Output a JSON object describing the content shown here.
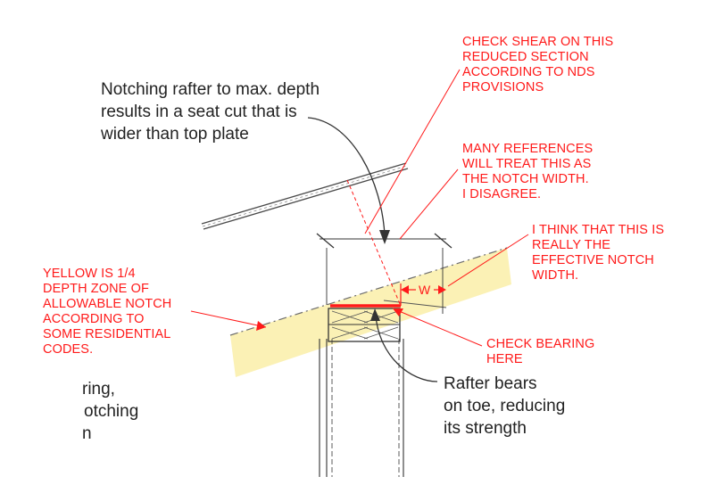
{
  "colors": {
    "annotation_red": "#ff1a1a",
    "yellow_zone": "#fbf1b5",
    "line_dark": "#333333"
  },
  "notes": {
    "shear": [
      "CHECK SHEAR ON THIS",
      "REDUCED SECTION",
      "ACCORDING TO NDS",
      "PROVISIONS"
    ],
    "references": [
      "MANY REFERENCES",
      "WILL TREAT THIS AS",
      "THE NOTCH WIDTH.",
      "I DISAGREE."
    ],
    "effective": [
      "I THINK THAT THIS IS",
      "REALLY THE",
      "EFFECTIVE NOTCH",
      "WIDTH."
    ],
    "yellow": [
      "YELLOW IS 1/4",
      "DEPTH ZONE OF",
      "ALLOWABLE NOTCH",
      "ACCORDING TO",
      "SOME RESIDENTIAL",
      "CODES."
    ],
    "bearing": [
      "CHECK BEARING",
      "HERE"
    ],
    "w": "W"
  },
  "labels": {
    "notching": [
      "Notching rafter to max. depth",
      "results in a seat cut that is",
      "wider than top plate"
    ],
    "rafter_bears": [
      "Rafter bears",
      "on toe, reducing",
      "its strength"
    ],
    "left_fragment": [
      "ring,",
      "otching",
      "n"
    ]
  }
}
